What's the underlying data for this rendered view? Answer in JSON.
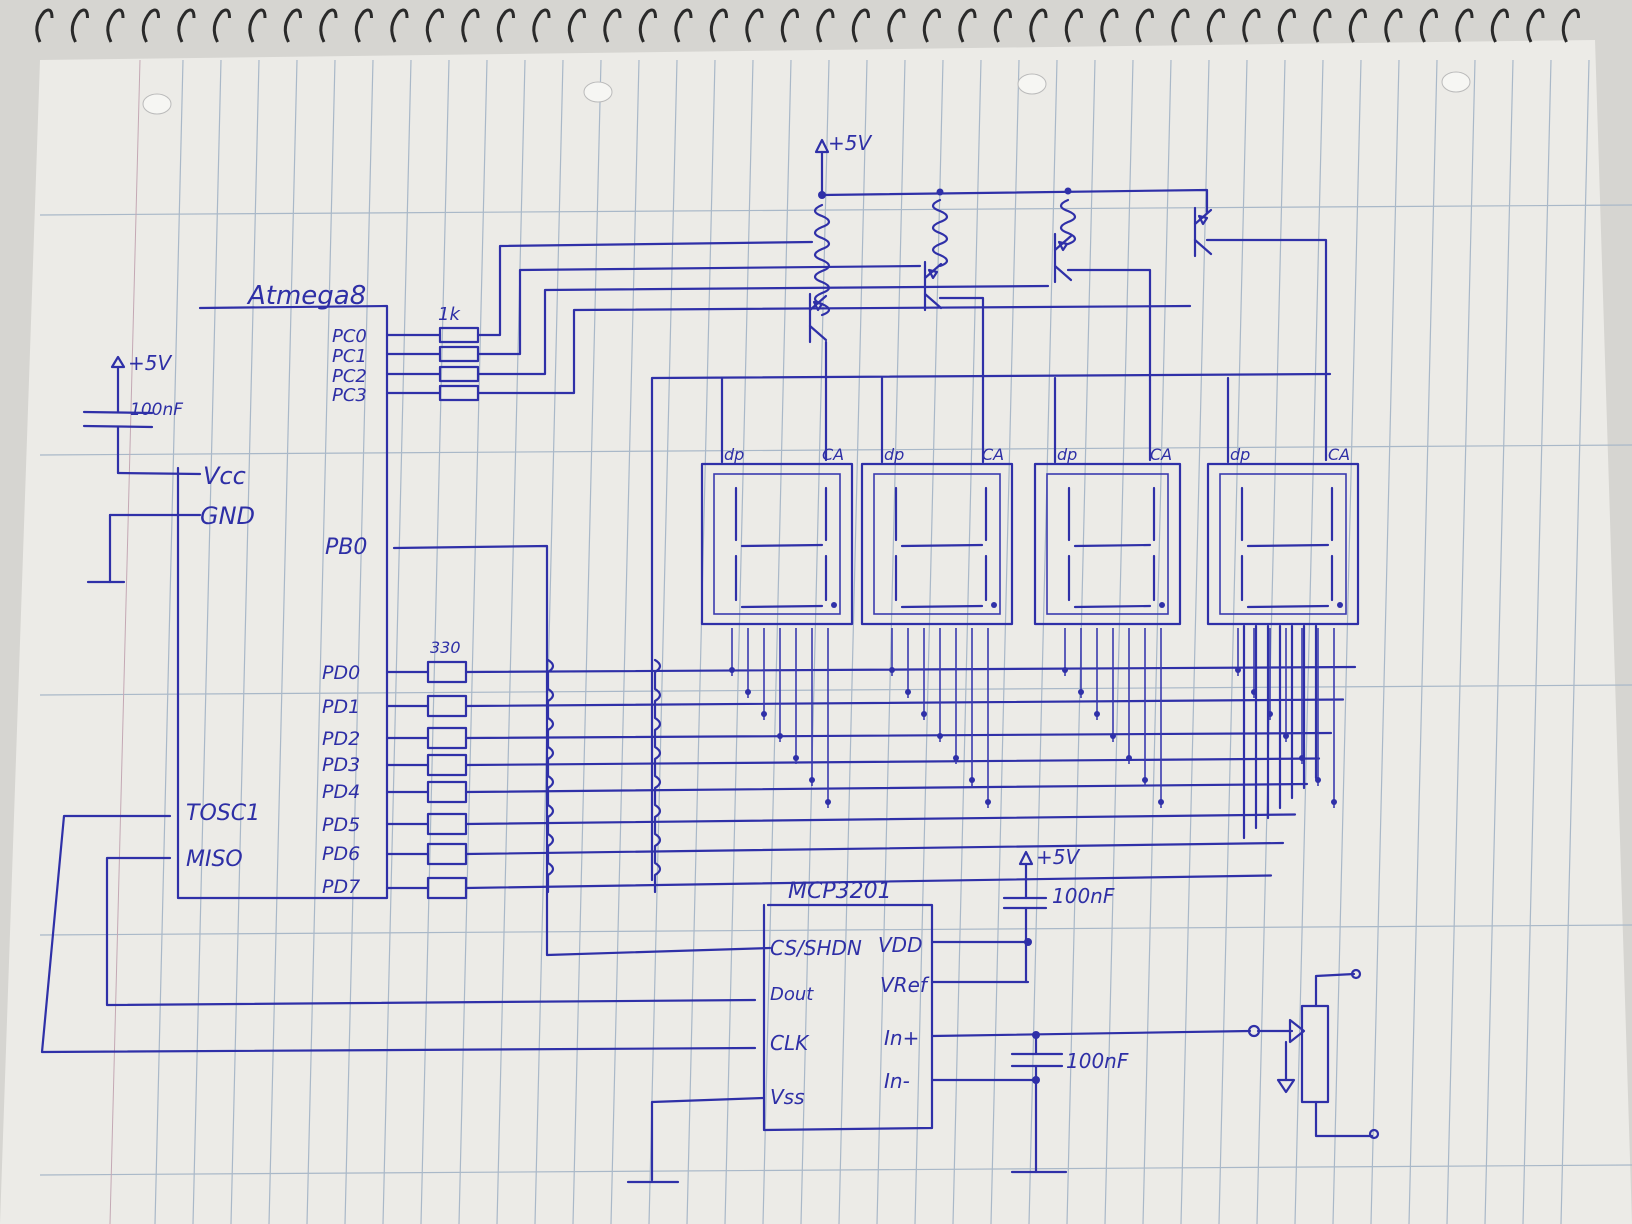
{
  "mcu": {
    "name": "Atmega8",
    "pins_left": [
      "Vcc",
      "GND",
      "TOSC1",
      "MISO"
    ],
    "port_c": [
      "PC0",
      "PC1",
      "PC2",
      "PC3"
    ],
    "pb0": "PB0",
    "port_d": [
      "PD0",
      "PD1",
      "PD2",
      "PD3",
      "PD4",
      "PD5",
      "PD6",
      "PD7"
    ]
  },
  "power": {
    "rail_label": "+5V",
    "decoupling_cap": "100nF"
  },
  "resistors": {
    "base_value": "1k",
    "segment_value": "330"
  },
  "displays": {
    "count": 4,
    "pin_labels": [
      "dp",
      "CA"
    ]
  },
  "adc": {
    "name": "MCP3201",
    "pins_left": [
      "CS/SHDN",
      "Dout",
      "CLK",
      "Vss"
    ],
    "pins_right": [
      "VDD",
      "VRef",
      "In+",
      "In-"
    ],
    "supply_label": "+5V",
    "supply_cap": "100nF",
    "input_cap": "100nF"
  }
}
